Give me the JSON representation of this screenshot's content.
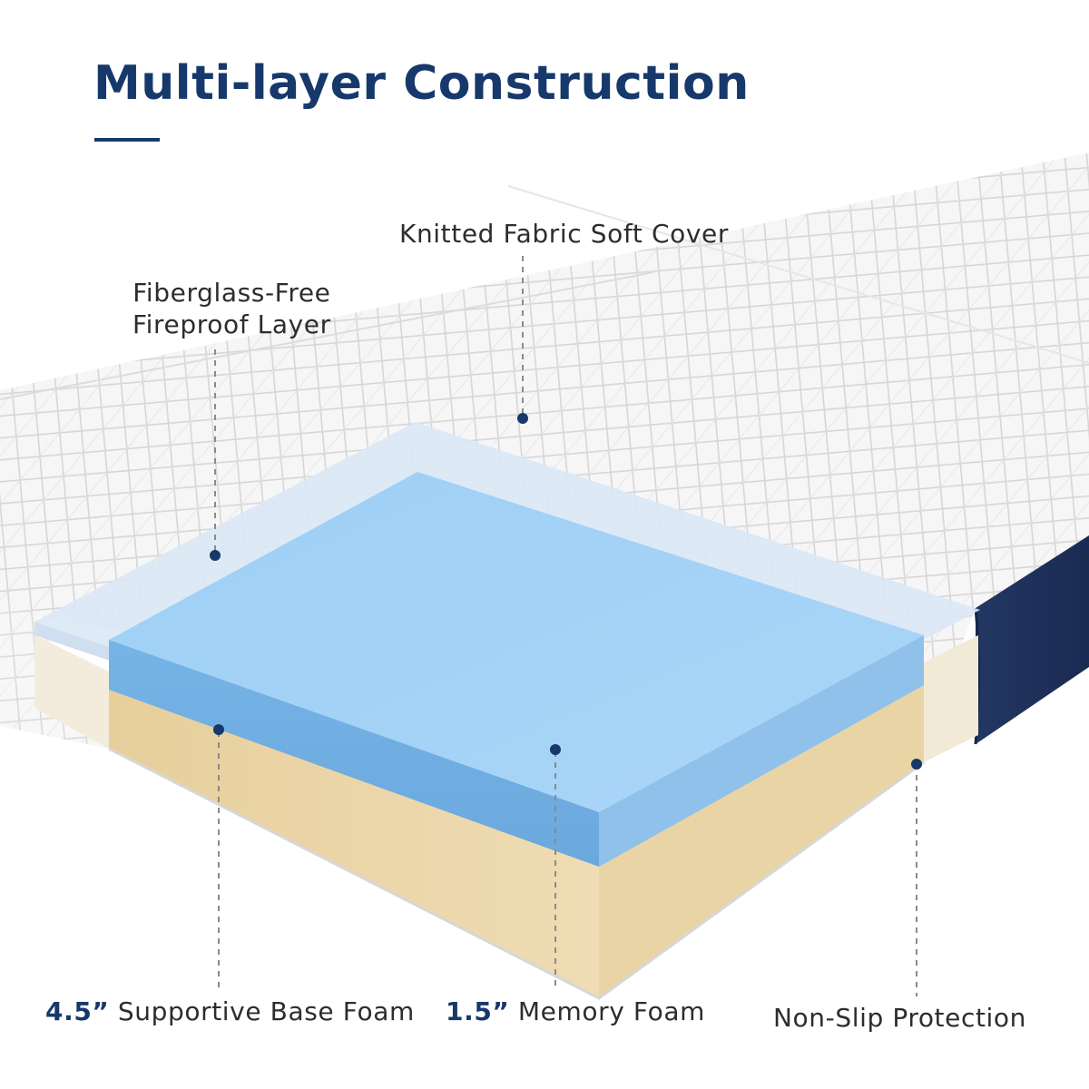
{
  "header": {
    "title": "Multi-layer Construction"
  },
  "callouts": {
    "cover": "Knitted Fabric Soft Cover",
    "fireproof_line1": "Fiberglass-Free",
    "fireproof_line2": "Fireproof Layer",
    "base_size": "4.5”",
    "base_text": " Supportive Base Foam",
    "memory_size": "1.5”",
    "memory_text": " Memory Foam",
    "nonslip": "Non-Slip Protection"
  },
  "colors": {
    "brand_navy": "#17386b",
    "cover_white": "#f5f5f5",
    "side_navy": "#1d2f57",
    "memory_foam_blue": "#92c8f1",
    "base_foam_tan": "#ecd7a9",
    "fireproof_layer": "#dde9f6"
  }
}
